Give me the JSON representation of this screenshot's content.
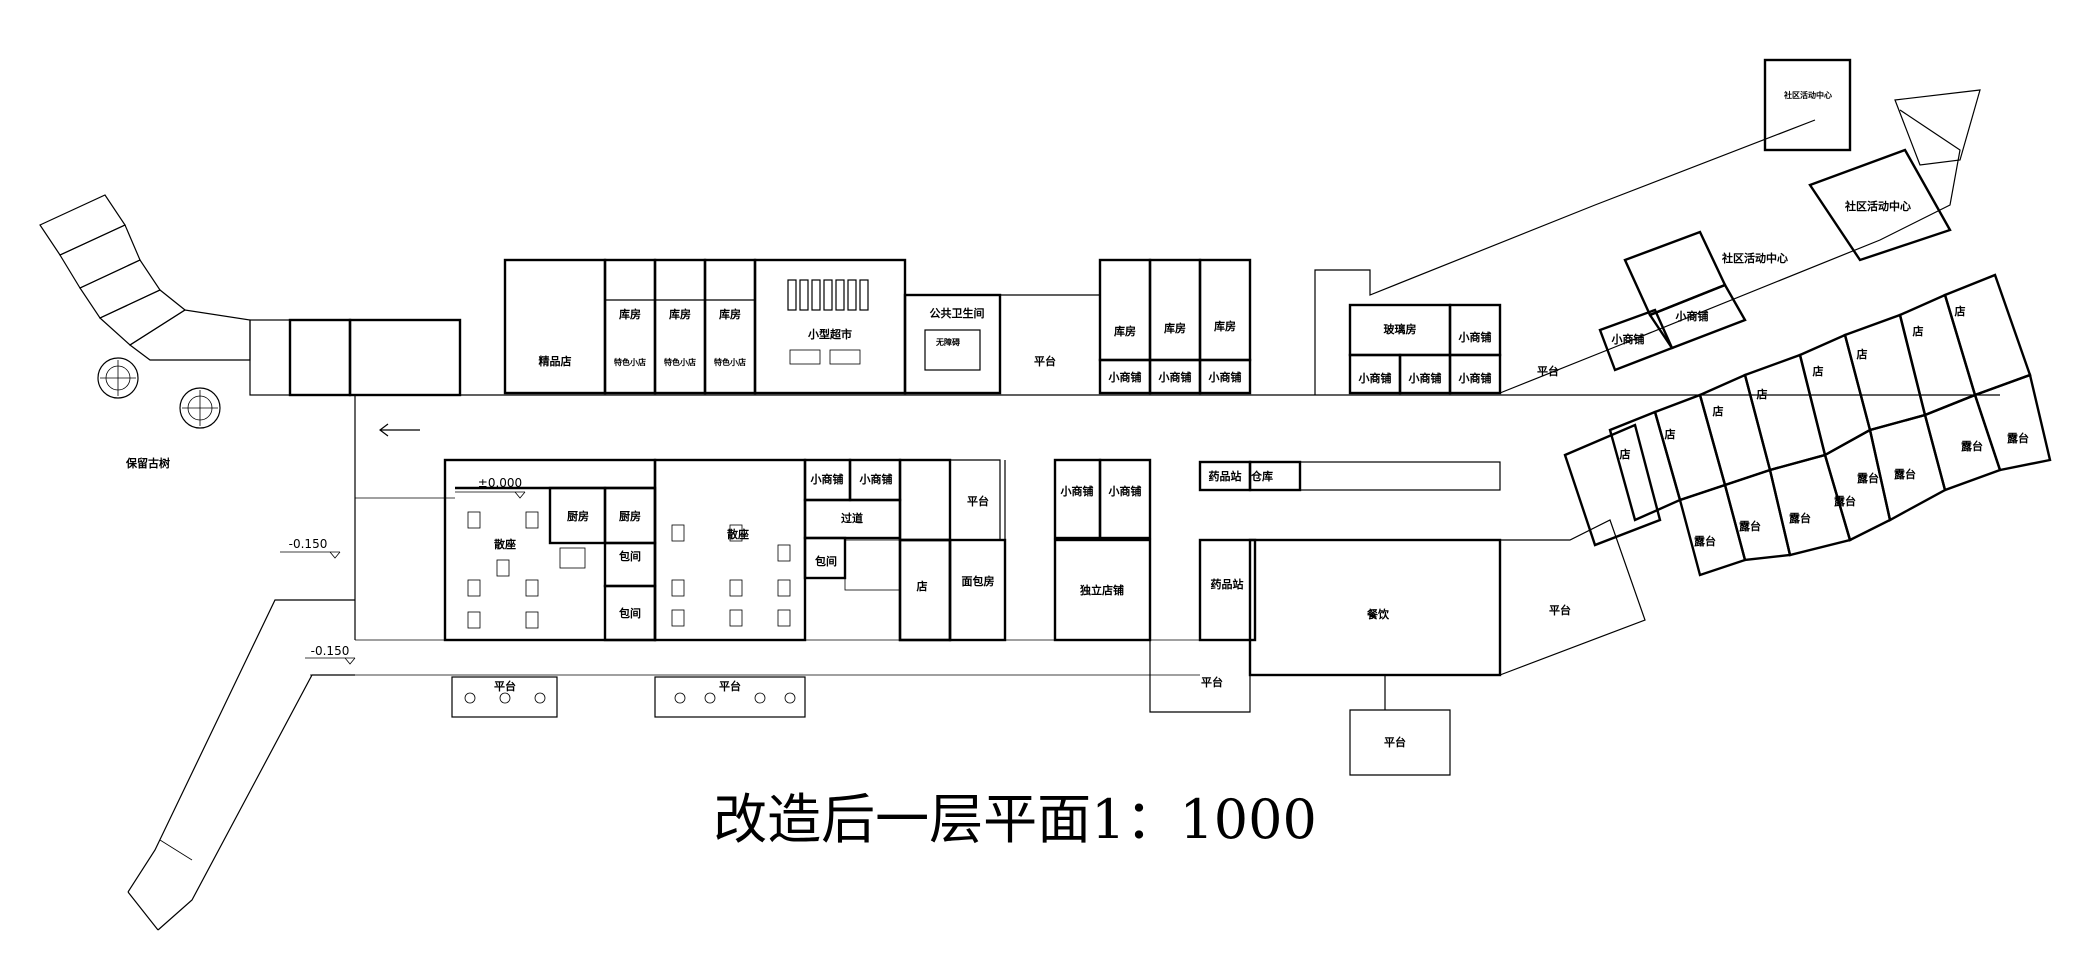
{
  "title": "改造后一层平面1：1000",
  "levels": [
    "±0.000",
    "-0.150",
    "-0.150"
  ],
  "labels": {
    "tree": "保留古树",
    "boutique": "精品店",
    "store1": "库房",
    "store2": "库房",
    "store3": "库房",
    "special1": "特色小店",
    "special2": "特色小店",
    "special3": "特色小店",
    "supermarket": "小型超市",
    "toilet": "公共卫生间",
    "accessible": "无障碍",
    "terrace_mid": "平台",
    "store4": "库房",
    "store5": "库房",
    "store6": "库房",
    "shop_r1": "小商铺",
    "shop_r2": "小商铺",
    "shop_r3": "小商铺",
    "glass": "玻璃房",
    "shop_g1": "小商铺",
    "shop_g2": "小商铺",
    "shop_g3": "小商铺",
    "shop_g4": "小商铺",
    "terrace_g": "平台",
    "shop_d1": "小商铺",
    "shop_d2": "小商铺",
    "community_top": "社区活动中心",
    "community_box": "社区活动中心",
    "community_main": "社区活动中心",
    "dining1": "散座",
    "dining2": "散座",
    "kitchen1": "厨房",
    "kitchen2": "厨房",
    "private1": "包间",
    "private2": "包间",
    "private3": "包间",
    "shop_c1": "小商铺",
    "shop_c2": "小商铺",
    "corridor": "过道",
    "terrace_c": "平台",
    "shop_small": "店",
    "bakery": "面包房",
    "shop_e1": "小商铺",
    "shop_e2": "小商铺",
    "independent": "独立店铺",
    "station1": "药品站",
    "warehouse": "仓库",
    "station2": "药品站",
    "catering": "餐饮",
    "terrace_e": "平台",
    "terrace_s1": "平台",
    "terrace_s2": "平台",
    "terrace_s3": "平台",
    "terrace_s4": "平台",
    "unit_shop": "店",
    "unit_terrace": "露台"
  }
}
